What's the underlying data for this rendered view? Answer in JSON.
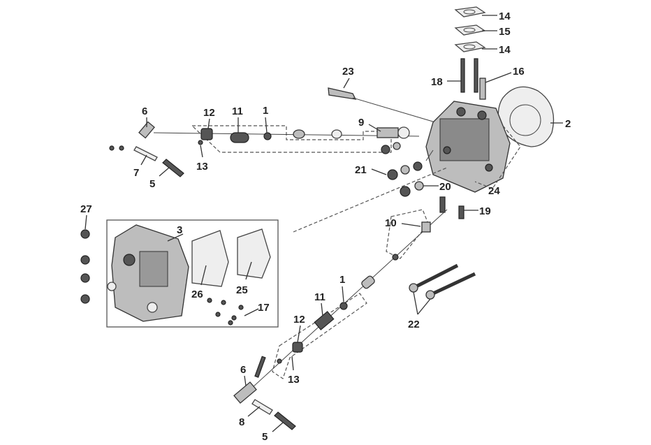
{
  "diagram": {
    "title": "Cylinder head exploded parts diagram",
    "labels": {
      "p14a": "14",
      "p15": "15",
      "p14b": "14",
      "p16": "16",
      "p18": "18",
      "p23": "23",
      "p2": "2",
      "p6a": "6",
      "p12a": "12",
      "p11a": "11",
      "p1a": "1",
      "p9": "9",
      "p13a": "13",
      "p7": "7",
      "p5a": "5",
      "p21": "21",
      "p20": "20",
      "p24": "24",
      "p19": "19",
      "p27": "27",
      "p3": "3",
      "p10": "10",
      "p26": "26",
      "p25": "25",
      "p17": "17",
      "p1b": "1",
      "p11b": "11",
      "p12b": "12",
      "p22": "22",
      "p13b": "13",
      "p6b": "6",
      "p8": "8",
      "p5b": "5"
    }
  }
}
